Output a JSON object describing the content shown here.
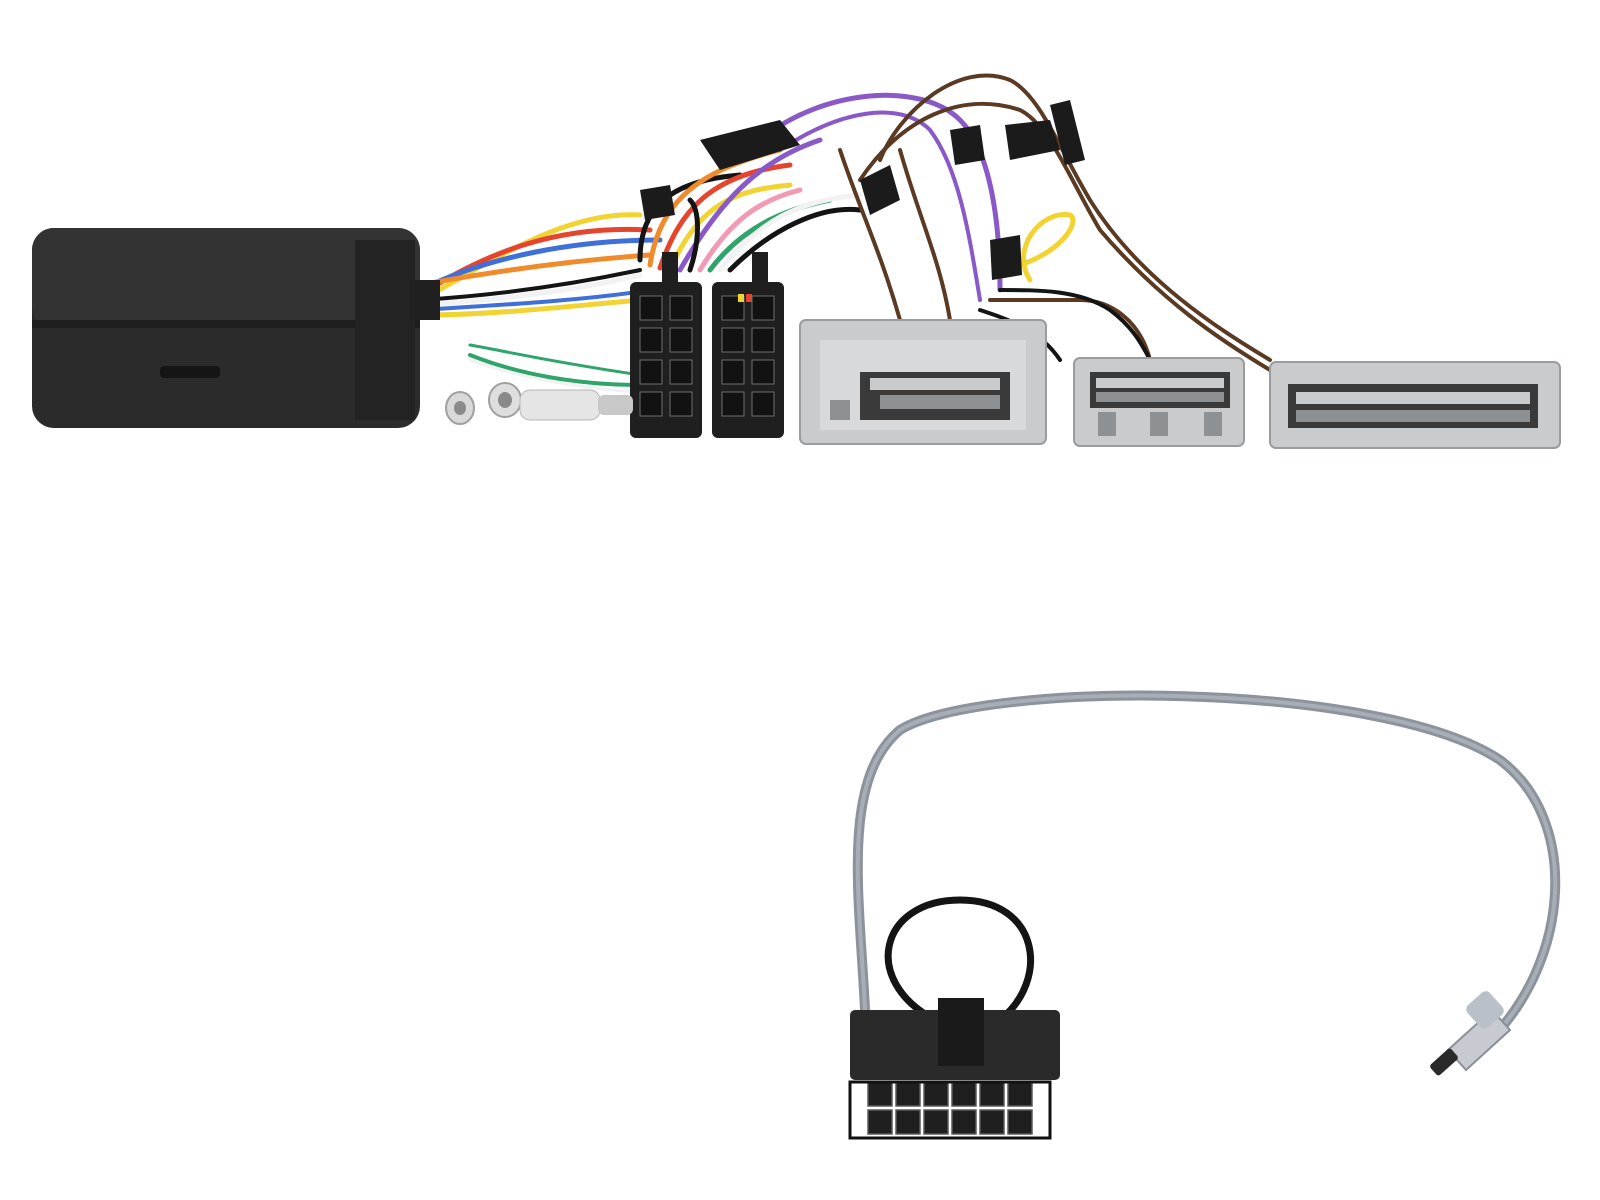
{
  "colors": {
    "background": "#ffffff",
    "module_body": "#2b2b2b",
    "module_top": "#3a3a3a",
    "iso_connector": "#1f1f1f",
    "vehicle_connector": "#c9cbcd",
    "vehicle_connector_dark": "#8e9194",
    "cable_grey": "#8d939c",
    "cable_grey_light": "#a8aeb6",
    "cable_black": "#141414",
    "wire_yellow": "#f1d431",
    "wire_red": "#e4452c",
    "wire_orange": "#f08a2a",
    "wire_blue": "#3f6fd8",
    "wire_purple": "#8a59c8",
    "wire_green": "#2fa56b",
    "wire_white": "#f2f2f2",
    "wire_brown": "#5a3a22",
    "wire_pink": "#f19ab4"
  },
  "icons": [
    "interface-module-box",
    "iso-power-connector",
    "iso-speaker-connector",
    "vehicle-harness-connector-large",
    "vehicle-harness-connector-medium",
    "vehicle-harness-connector-wide",
    "antenna-plug",
    "patch-lead-connector-12pin",
    "patch-lead-jack-plug"
  ]
}
